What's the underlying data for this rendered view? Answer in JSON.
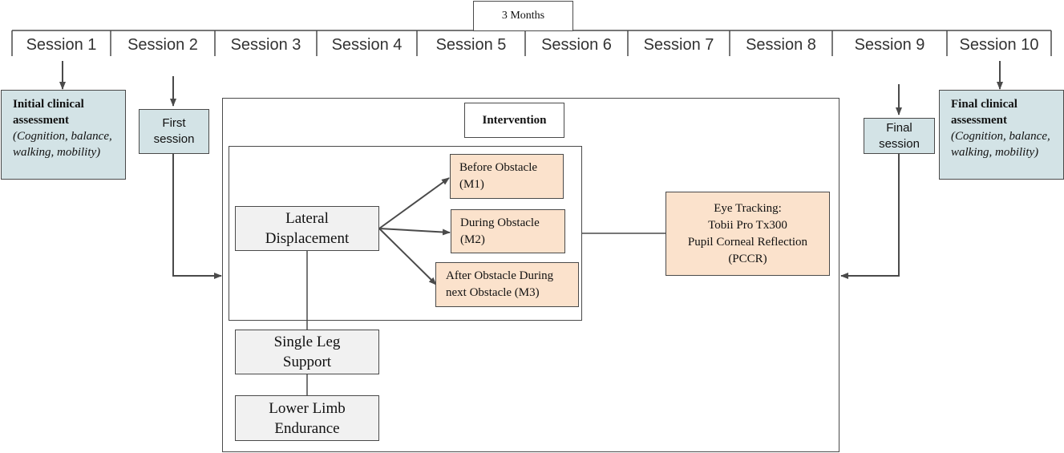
{
  "timeline": {
    "duration_label": "3 Months",
    "sessions": [
      "Session 1",
      "Session 2",
      "Session 3",
      "Session 4",
      "Session 5",
      "Session 6",
      "Session 7",
      "Session 8",
      "Session 9",
      "Session 10"
    ]
  },
  "initial_assessment": {
    "title": "Initial clinical assessment",
    "detail": "(Cognition, balance, walking, mobility)"
  },
  "final_assessment": {
    "title": "Final clinical assessment",
    "detail": "(Cognition, balance, walking, mobility)"
  },
  "first_session": {
    "line1": "First",
    "line2": "session"
  },
  "final_session": {
    "line1": "Final",
    "line2": "session"
  },
  "intervention": {
    "title": "Intervention",
    "lateral": {
      "line1": "Lateral",
      "line2": "Displacement"
    },
    "single_leg": {
      "line1": "Single Leg",
      "line2": "Support"
    },
    "lower_limb": {
      "line1": "Lower Limb",
      "line2": "Endurance"
    },
    "moments": [
      {
        "line1": "Before Obstacle",
        "line2": "(M1)"
      },
      {
        "line1": "During Obstacle",
        "line2": "(M2)"
      },
      {
        "line1": "After Obstacle During",
        "line2": "next Obstacle (M3)"
      }
    ],
    "eye_tracking": {
      "line1": "Eye Tracking:",
      "line2": "Tobii Pro Tx300",
      "line3": "Pupil Corneal Reflection",
      "line4": "(PCCR)"
    }
  },
  "colors": {
    "assessment_fill": "#d3e3e6",
    "moment_fill": "#fbe2cc",
    "component_fill": "#f1f1f1",
    "line": "#4a4a4a"
  }
}
